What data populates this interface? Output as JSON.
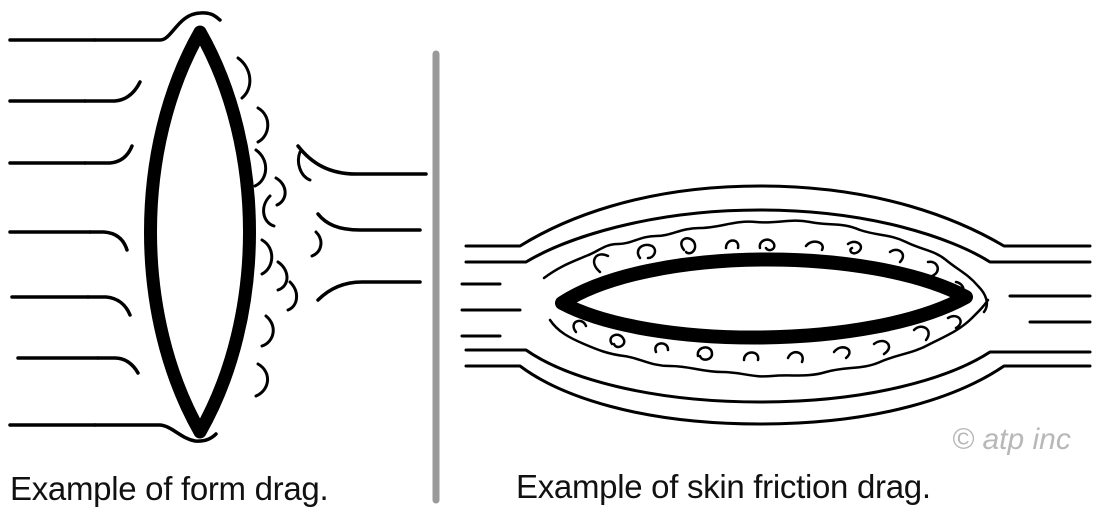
{
  "captions": {
    "form_drag": "Example of form drag.",
    "skin_friction_drag": "Example of skin friction drag."
  },
  "copyright": "© atp inc",
  "colors": {
    "ink": "#000000",
    "divider": "#9a9a9a",
    "watermark": "#b8b8b8",
    "background": "#ffffff"
  }
}
